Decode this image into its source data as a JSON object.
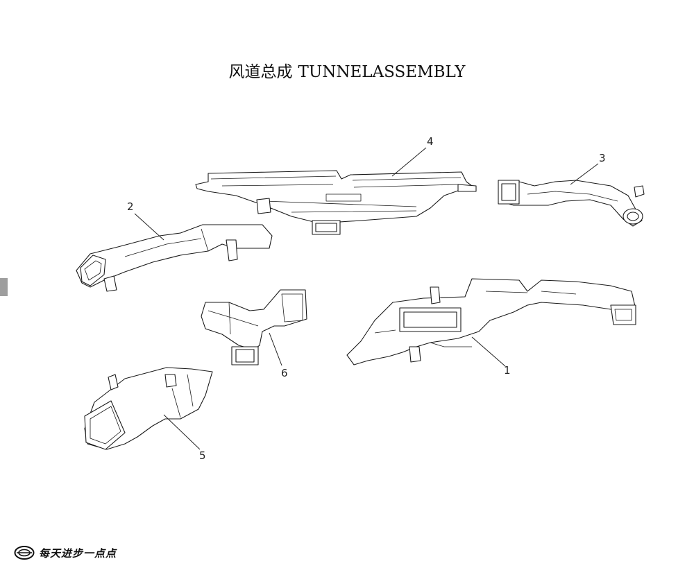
{
  "title": {
    "zh": "风道总成",
    "en": "TUNNELASSEMBLY"
  },
  "callouts": [
    {
      "id": "1",
      "label": "1"
    },
    {
      "id": "2",
      "label": "2"
    },
    {
      "id": "3",
      "label": "3"
    },
    {
      "id": "4",
      "label": "4"
    },
    {
      "id": "5",
      "label": "5"
    },
    {
      "id": "6",
      "label": "6"
    }
  ],
  "footer": {
    "slogan": "每天进步一点点"
  },
  "colors": {
    "line": "#1a1a1a",
    "side_tab": "#9e9e9e"
  }
}
